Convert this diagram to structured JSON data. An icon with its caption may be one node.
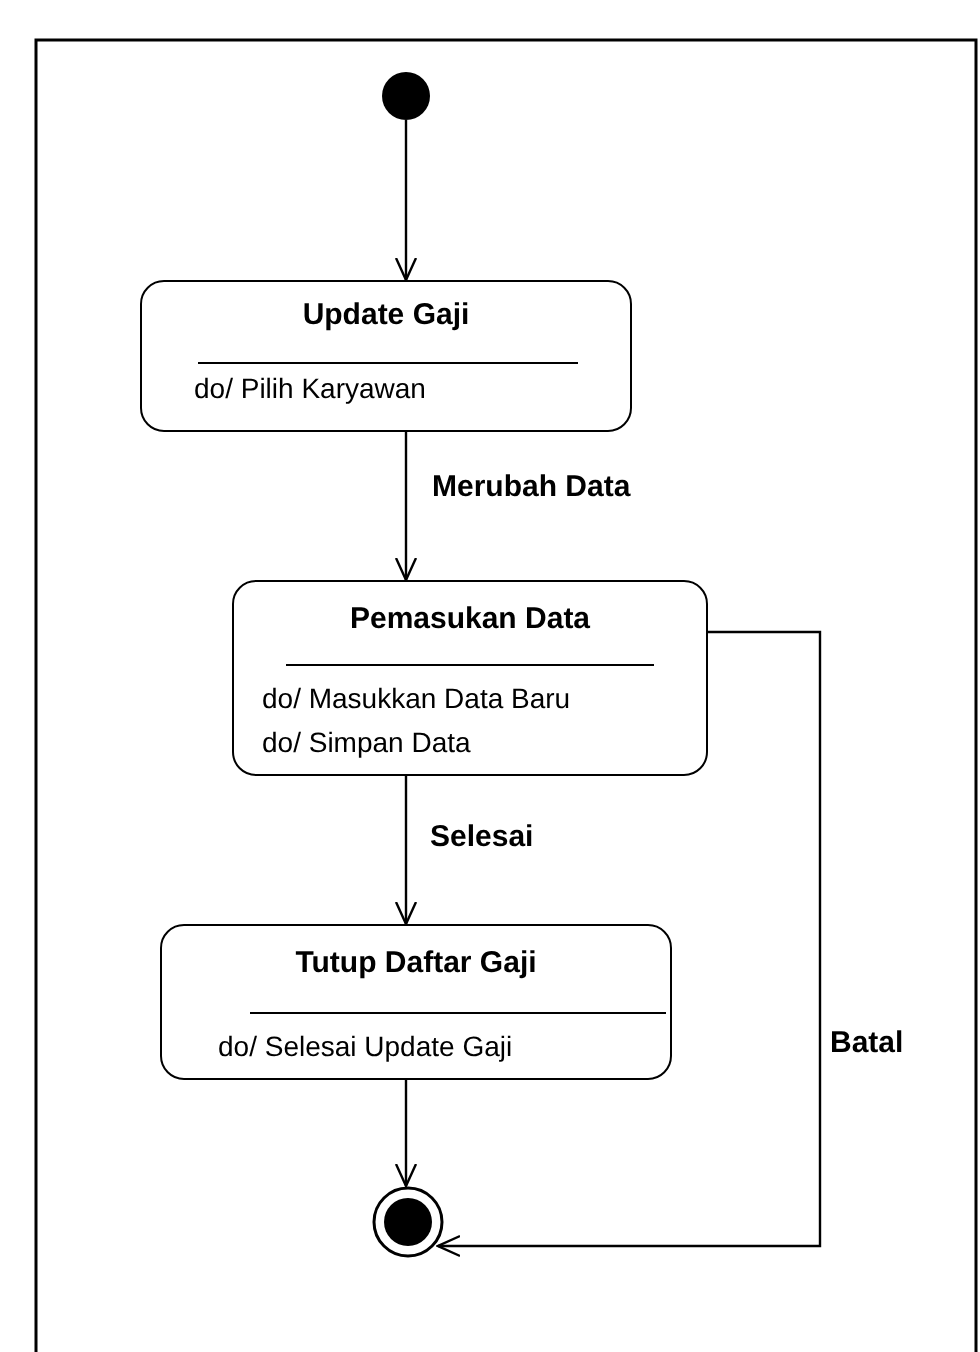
{
  "diagram": {
    "nodes": [
      {
        "text": [],
        "shape": "circle"
      },
      {
        "text": [
          "Update Gaji",
          "do/ Pilih  Karyawan"
        ]
      },
      {
        "text": [
          "Pemasukan Data",
          "do/ Masukkan Data Baru",
          "do/ Simpan Data"
        ]
      },
      {
        "text": [
          "Tutup Daftar Gaji",
          "do/ Selesai Update Gaji"
        ]
      },
      {
        "text": [],
        "shape": "bullseye"
      }
    ],
    "edges": [
      {
        "from": 0,
        "to": 1,
        "arrow": "to"
      },
      {
        "from": 1,
        "to": 2,
        "label": "Merubah Data",
        "arrow": "to"
      },
      {
        "from": 2,
        "to": 3,
        "label": "Selesai",
        "arrow": "to"
      },
      {
        "from": 3,
        "to": 4,
        "arrow": "to"
      },
      {
        "from": 2,
        "to": 4,
        "label": "Batal",
        "arrow": "to"
      }
    ]
  }
}
